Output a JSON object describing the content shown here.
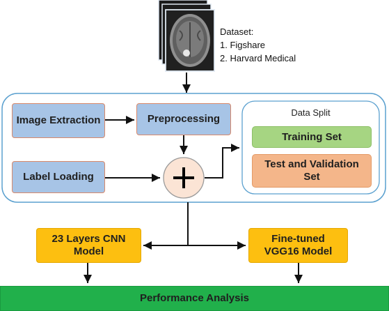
{
  "dataset": {
    "heading": "Dataset:",
    "item1": "1. Figshare",
    "item2": "2. Harvard Medical"
  },
  "nodes": {
    "image_extraction": "Image Extraction",
    "preprocessing": "Preprocessing",
    "label_loading": "Label Loading",
    "merge_symbol": "+",
    "data_split_title": "Data Split",
    "training_set": "Training Set",
    "test_validation_set": "Test and Validation Set",
    "cnn_model": "23 Layers CNN Model",
    "vgg_model": "Fine-tuned VGG16 Model",
    "performance": "Performance Analysis"
  },
  "colors": {
    "blue_box": "#a7c4e6",
    "green_box": "#a6d582",
    "orange_box": "#f4b68a",
    "model_box": "#fdbf10",
    "performance_bar": "#21b04b",
    "container_border": "#5aa0cf"
  },
  "icons": [
    "mri-brain-scan-stack-icon",
    "plus-icon",
    "arrow-icon"
  ]
}
